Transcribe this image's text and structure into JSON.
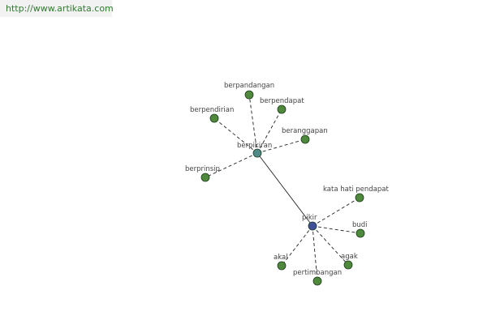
{
  "watermark": "http://www.artikata.com",
  "colors": {
    "leaf": "#4f8a3c",
    "hub_berpikiran": "#4f8a8a",
    "hub_pikir": "#3f4f9a",
    "edge": "#222222"
  },
  "graph": {
    "hubs": [
      {
        "id": "berpikiran",
        "label": "berpikiran"
      },
      {
        "id": "pikir",
        "label": "pikir"
      }
    ],
    "leaves": [
      {
        "id": "berpandangan",
        "label": "berpandangan",
        "parent": "berpikiran"
      },
      {
        "id": "berpendapat",
        "label": "berpendapat",
        "parent": "berpikiran"
      },
      {
        "id": "berpendirian",
        "label": "berpendirian",
        "parent": "berpikiran"
      },
      {
        "id": "beranggapan",
        "label": "beranggapan",
        "parent": "berpikiran"
      },
      {
        "id": "berprinsip",
        "label": "berprinsip",
        "parent": "berpikiran"
      },
      {
        "id": "kata-hati",
        "label": "kata hati pendapat",
        "parent": "pikir"
      },
      {
        "id": "budi",
        "label": "budi",
        "parent": "pikir"
      },
      {
        "id": "akal",
        "label": "akal",
        "parent": "pikir"
      },
      {
        "id": "agak",
        "label": "agak",
        "parent": "pikir"
      },
      {
        "id": "pertimbangan",
        "label": "pertimbangan",
        "parent": "pikir"
      }
    ],
    "hub_link": [
      "berpikiran",
      "pikir"
    ]
  }
}
